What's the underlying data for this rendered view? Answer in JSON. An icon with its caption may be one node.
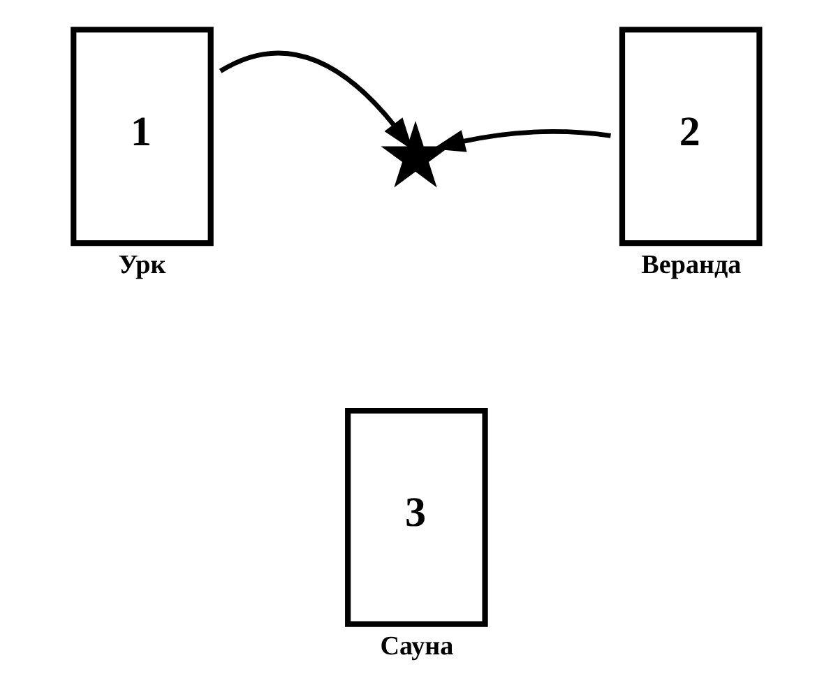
{
  "diagram": {
    "nodes": [
      {
        "text": [
          "1"
        ],
        "beside": [
          "Урк"
        ]
      },
      {
        "text": [],
        "shape": "star"
      },
      {
        "text": [
          "2"
        ],
        "beside": [
          "Веранда"
        ]
      },
      {
        "text": [
          "3"
        ],
        "beside": [
          "Сауна"
        ]
      }
    ],
    "edges": [
      {
        "from": 0,
        "to": 1,
        "arrow": "to"
      },
      {
        "from": 2,
        "to": 1,
        "arrow": "to"
      }
    ]
  }
}
